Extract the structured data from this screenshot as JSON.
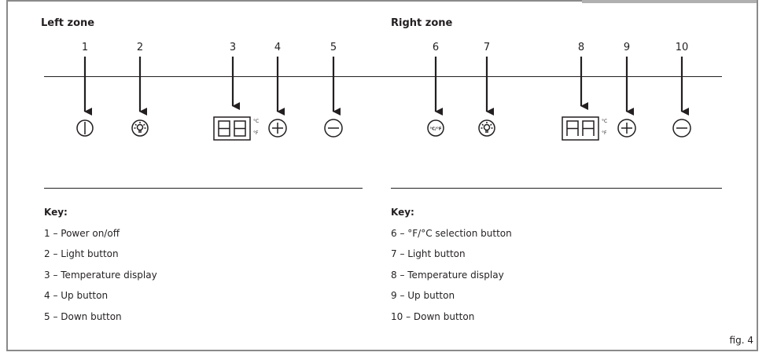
{
  "left_zone": {
    "title": "Left zone",
    "numbers": [
      "1",
      "2",
      "3",
      "4",
      "5"
    ],
    "key_title": "Key:",
    "key": [
      "1 – Power on/off",
      "2 – Light button",
      "3 – Temperature display",
      "4 – Up button",
      "5 – Down button"
    ]
  },
  "right_zone": {
    "title": "Right zone",
    "numbers": [
      "6",
      "7",
      "8",
      "9",
      "10"
    ],
    "key_title": "Key:",
    "key": [
      "6 – °F/°C selection button",
      "7 – Light button",
      "8 – Temperature display",
      "9 – Up button",
      "10 – Down button"
    ]
  },
  "symbols": {
    "celsius": "°C",
    "fahrenheit": "°F",
    "unit_button": "°C/°F"
  },
  "figure_label": "fig. 4"
}
